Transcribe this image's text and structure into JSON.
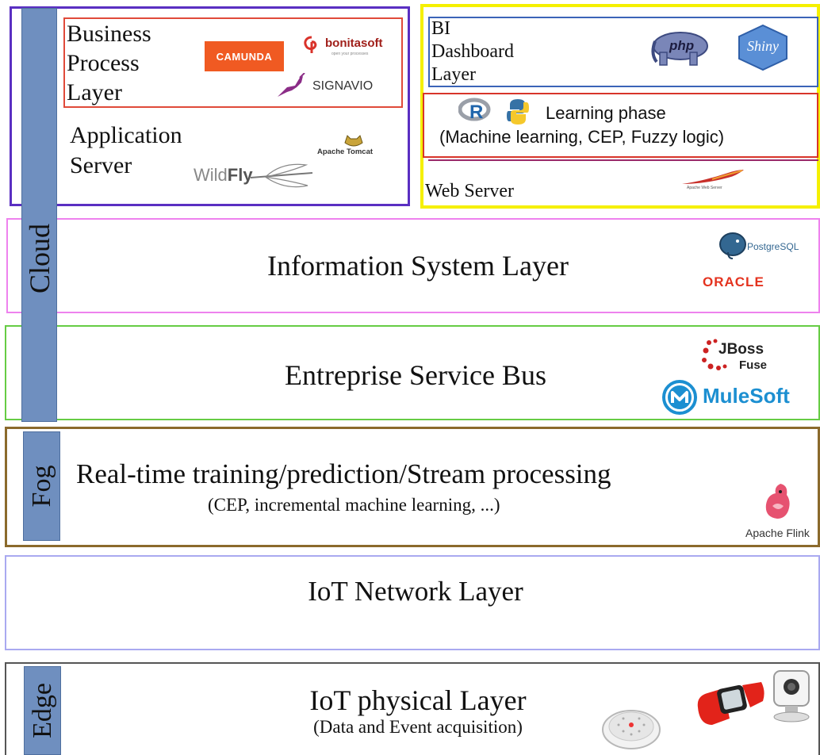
{
  "tiers": {
    "cloud": "Cloud",
    "fog": "Fog",
    "edge": "Edge"
  },
  "bpl": {
    "title_line1": "Business",
    "title_line2": "Process",
    "title_line3": "Layer",
    "logos": {
      "camunda": "CAMUNDA",
      "bonitasoft": "bonitasoft",
      "bonitasoft_tag": "open your processes",
      "signavio": "SIGNAVIO"
    }
  },
  "app_server": {
    "line1": "Application",
    "line2": "Server",
    "logos": {
      "tomcat": "Apache Tomcat",
      "wildfly_a": "Wild",
      "wildfly_b": "Fly"
    }
  },
  "bi": {
    "line1": "BI",
    "line2": "Dashboard",
    "line3": "Layer",
    "logos": {
      "php": "php",
      "shiny": "Shiny"
    }
  },
  "learning": {
    "line1": "Learning phase",
    "line2": "(Machine learning, CEP, Fuzzy logic)",
    "logos": {
      "r": "R"
    }
  },
  "web_server": {
    "label": "Web Server",
    "logos": {
      "apache": "Apache Web Server"
    }
  },
  "isl": {
    "label": "Information System Layer",
    "logos": {
      "postgres": "PostgreSQL",
      "oracle": "ORACLE"
    }
  },
  "esb": {
    "label": "Entreprise Service Bus",
    "logos": {
      "jboss": "JBoss",
      "fuse": "Fuse",
      "mulesoft": "MuleSoft"
    }
  },
  "fog_layer": {
    "line1": "Real-time training/prediction/Stream processing",
    "line2": "(CEP, incremental machine learning, ...)",
    "logos": {
      "flink": "Apache Flink"
    }
  },
  "network": {
    "label": "IoT Network Layer"
  },
  "physical": {
    "line1": "IoT physical Layer",
    "line2": "(Data and Event acquisition)"
  },
  "colors": {
    "tier_bar": "#6f8fbf",
    "app_frame": "#5a2fc2",
    "bpl_frame": "#e04a3a",
    "bi_outer": "#f5f000",
    "bi_inner": "#3b64b8",
    "learning_frame": "#d8352a",
    "isl_frame": "#ee82ee",
    "esb_frame": "#66cc44",
    "fog_frame": "#8b6a2c",
    "network_frame": "#a9a9f0",
    "edge_frame": "#555555"
  }
}
